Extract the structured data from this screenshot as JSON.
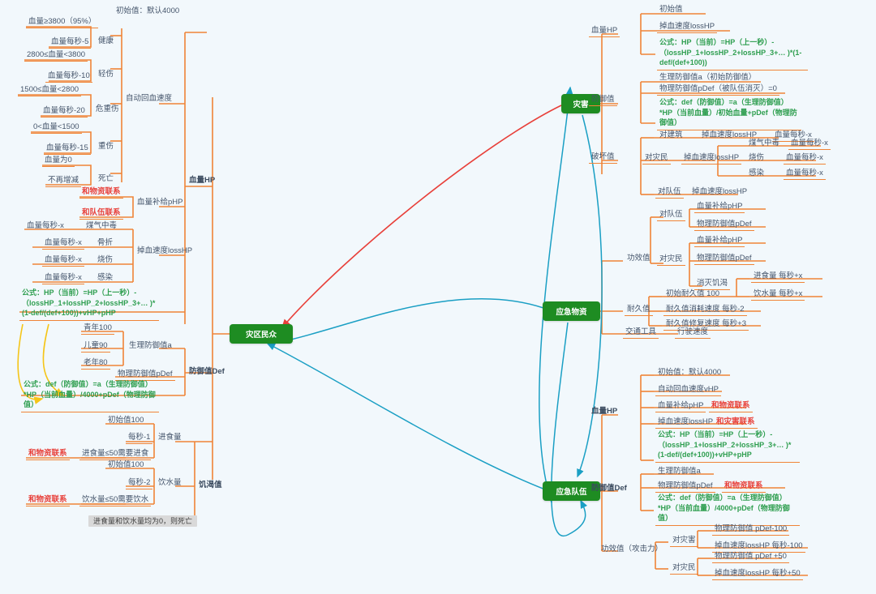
{
  "meta": {
    "background": "#f2f8fc",
    "branch_color": "#f08437",
    "node_green": "#1e8c22",
    "formula_green": "#2e9e4f",
    "link_red": "#e8403a",
    "link_blue": "#1a9fc4",
    "link_yellow": "#f5c518",
    "text_gray": "#44546a"
  },
  "root": {
    "label": "灾区民众"
  },
  "branches": {
    "disaster": {
      "label": "灾害"
    },
    "supplies": {
      "label": "应急物资"
    },
    "team": {
      "label": "应急队伍"
    }
  },
  "left": {
    "hp_title": "血量HP",
    "initial": "初始值：默认4000",
    "auto_regen": "自动回血速度",
    "states": [
      {
        "cond": "血量≥3800（95%）",
        "rate": "血量每秒-5",
        "name": "健康"
      },
      {
        "cond": "2800≤血量<3800",
        "rate": "血量每秒-10",
        "name": "轻伤"
      },
      {
        "cond": "1500≤血量<2800",
        "rate": "血量每秒-20",
        "name": "危重伤"
      },
      {
        "cond": "0<血量<1500",
        "rate": "血量每秒-15",
        "name": "重伤"
      },
      {
        "cond": "血量为0",
        "rate": "不再增减",
        "name": "死亡"
      }
    ],
    "phpp": {
      "title": "血量补给pHP",
      "links": [
        "和物资联系",
        "和队伍联系"
      ]
    },
    "losshp": {
      "title": "掉血速度lossHP",
      "items": [
        {
          "rate": "血量每秒-x",
          "cause": "煤气中毒"
        },
        {
          "rate": "血量每秒-x",
          "cause": "骨折"
        },
        {
          "rate": "血量每秒-x",
          "cause": "烧伤"
        },
        {
          "rate": "血量每秒-x",
          "cause": "感染"
        }
      ]
    },
    "hp_formula": "公式：HP（当前）=HP（上一秒）-（lossHP_1+lossHP_2+lossHP_3+… )*(1-def/(def+100))+vHP+pHP",
    "def": {
      "title": "防御值Def",
      "a_title": "生理防御值a",
      "ages": [
        "青年100",
        "儿童90",
        "老年80"
      ],
      "pdef": "物理防御值pDef",
      "formula": "公式：def（防御值）=a（生理防御值）*HP（当前血量）/4000+pDef（物理防御值）"
    },
    "hunger": {
      "title": "饥渴值",
      "food": {
        "title": "进食量",
        "initial": "初始值100",
        "rate": "每秒-1",
        "warn": "进食量≤50需要进食",
        "link": "和物资联系"
      },
      "water": {
        "title": "饮水量",
        "initial": "初始值100",
        "rate": "每秒-2",
        "warn": "饮水量≤50需要饮水",
        "link": "和物资联系"
      },
      "death": "进食量和饮水量均为0，则死亡"
    }
  },
  "disaster": {
    "hp": {
      "title": "血量HP",
      "items": [
        "初始值",
        "掉血速度lossHP"
      ],
      "formula": "公式：HP（当前）=HP（上一秒）-（lossHP_1+lossHP_2+lossHP_3+… )*(1-def/(def+100))"
    },
    "def": {
      "title": "防御值",
      "items": [
        "生理防御值a（初始防御值）",
        "物理防御值pDef（被队伍消灭）=0"
      ],
      "formula": "公式：def（防御值）=a（生理防御值）*HP（当前血量）/初始血量+pDef（物理防御值）"
    },
    "damage": {
      "title": "破坏值",
      "to_building": {
        "target": "对建筑",
        "effect": "掉血速度lossHP",
        "rate": "血量每秒-x"
      },
      "to_people": {
        "target": "对灾民",
        "effect": "掉血速度lossHP",
        "sub": [
          {
            "cause": "煤气中毒",
            "rate": "血量每秒-x"
          },
          {
            "cause": "烧伤",
            "rate": "血量每秒-x"
          },
          {
            "cause": "感染",
            "rate": "血量每秒-x"
          }
        ]
      },
      "to_team": {
        "target": "对队伍",
        "effect": "掉血速度lossHP"
      }
    }
  },
  "supplies": {
    "effect": {
      "title": "功效值",
      "to_team": {
        "target": "对队伍",
        "items": [
          "血量补给pHP",
          "物理防御值pDef"
        ]
      },
      "to_people": {
        "target": "对灾民",
        "items": [
          "血量补给pHP",
          "物理防御值pDef"
        ],
        "hunger": {
          "title": "消灭饥渴",
          "items": [
            "进食量 每秒+x",
            "饮水量 每秒+x"
          ]
        }
      }
    },
    "durability": {
      "title": "耐久值",
      "items": [
        "初始耐久值 100",
        "耐久值消耗速度 每秒-2",
        "耐久值修复速度 每秒+3"
      ]
    },
    "vehicle": {
      "title": "交通工具",
      "item": "行驶速度"
    }
  },
  "team": {
    "hp": {
      "title": "血量HP",
      "initial": "初始值：默认4000",
      "vhp": "自动回血速度vHP",
      "php": "血量补给pHP",
      "php_link": "和物资联系",
      "losshp": "掉血速度lossHP",
      "losshp_link": "和灾害联系",
      "formula": "公式：HP（当前）=HP（上一秒）-（lossHP_1+lossHP_2+lossHP_3+… )*(1-def/(def+100))+vHP+pHP"
    },
    "def": {
      "title": "防御值Def",
      "a": "生理防御值a",
      "pdef": "物理防御值pDef",
      "pdef_link": "和物资联系",
      "formula": "公式：def（防御值）=a（生理防御值）*HP（当前血量）/4000+pDef（物理防御值）"
    },
    "attack": {
      "title": "功效值（攻击力）",
      "to_disaster": {
        "target": "对灾害",
        "items": [
          "物理防御值 pDef-100",
          "掉血速度lossHP 每秒-100"
        ]
      },
      "to_people": {
        "target": "对灾民",
        "items": [
          "物理防御值 pDef +50",
          "掉血速度lossHP  每秒+50"
        ]
      }
    }
  }
}
